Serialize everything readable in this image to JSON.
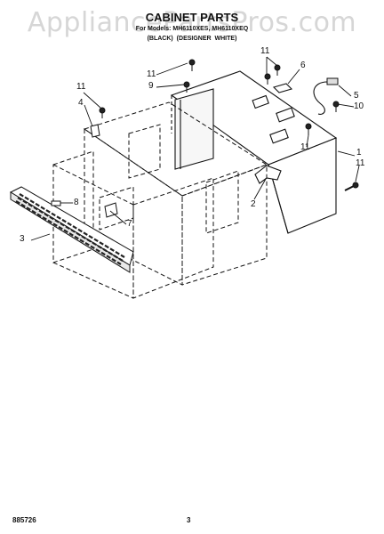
{
  "header": {
    "watermark": "AppliancePartsPros.com",
    "title": "CABINET PARTS",
    "subtitle": "For Models: MH6110XES, MH6110XEQ",
    "color_options": "(BLACK)   (DESIGNER WHITE)"
  },
  "callouts": {
    "c1": "1",
    "c2": "2",
    "c3": "3",
    "c4": "4",
    "c5": "5",
    "c6": "6",
    "c7": "7",
    "c8": "8",
    "c9": "9",
    "c10": "10",
    "c11a": "11",
    "c11b": "11",
    "c11c": "11",
    "c11d": "11",
    "c11e": "11"
  },
  "footer": {
    "part_number": "885726",
    "page_number": "3"
  }
}
